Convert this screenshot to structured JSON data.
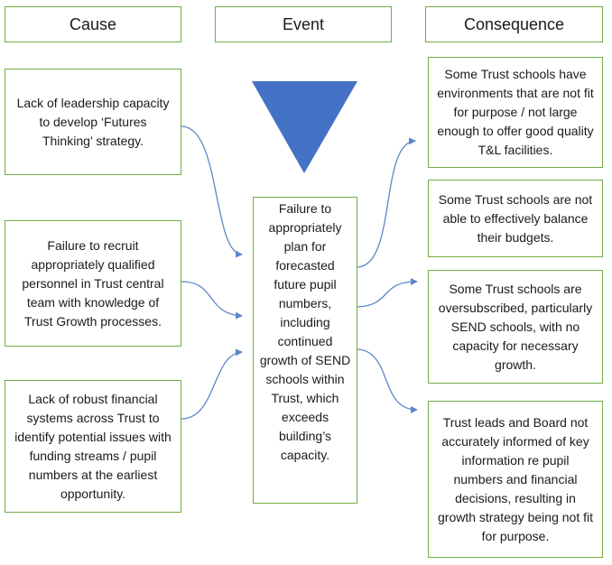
{
  "headers": {
    "cause": "Cause",
    "event": "Event",
    "consequence": "Consequence"
  },
  "causes": [
    "Lack of leadership capacity to develop ‘Futures Thinking’ strategy.",
    "Failure to recruit appropriately qualified personnel in Trust central team with knowledge of Trust Growth processes.",
    "Lack of robust financial systems across Trust to identify potential issues with funding streams / pupil numbers at the earliest opportunity."
  ],
  "event": "Failure to appropriately plan for forecasted future pupil numbers, including continued growth of SEND schools within Trust, which exceeds building’s capacity.",
  "consequences": [
    "Some Trust schools have environments that are not fit for purpose / not large enough to offer good quality T&L facilities.",
    "Some Trust schools are not able to effectively balance their budgets.",
    "Some Trust schools are oversubscribed, particularly SEND schools, with no capacity for necessary growth.",
    "Trust leads and Board not accurately informed of key information re pupil numbers and financial decisions, resulting in growth strategy being not fit for purpose."
  ],
  "colors": {
    "border": "#70ad47",
    "triangle": "#4472c4",
    "arrow": "#5b87c9"
  }
}
